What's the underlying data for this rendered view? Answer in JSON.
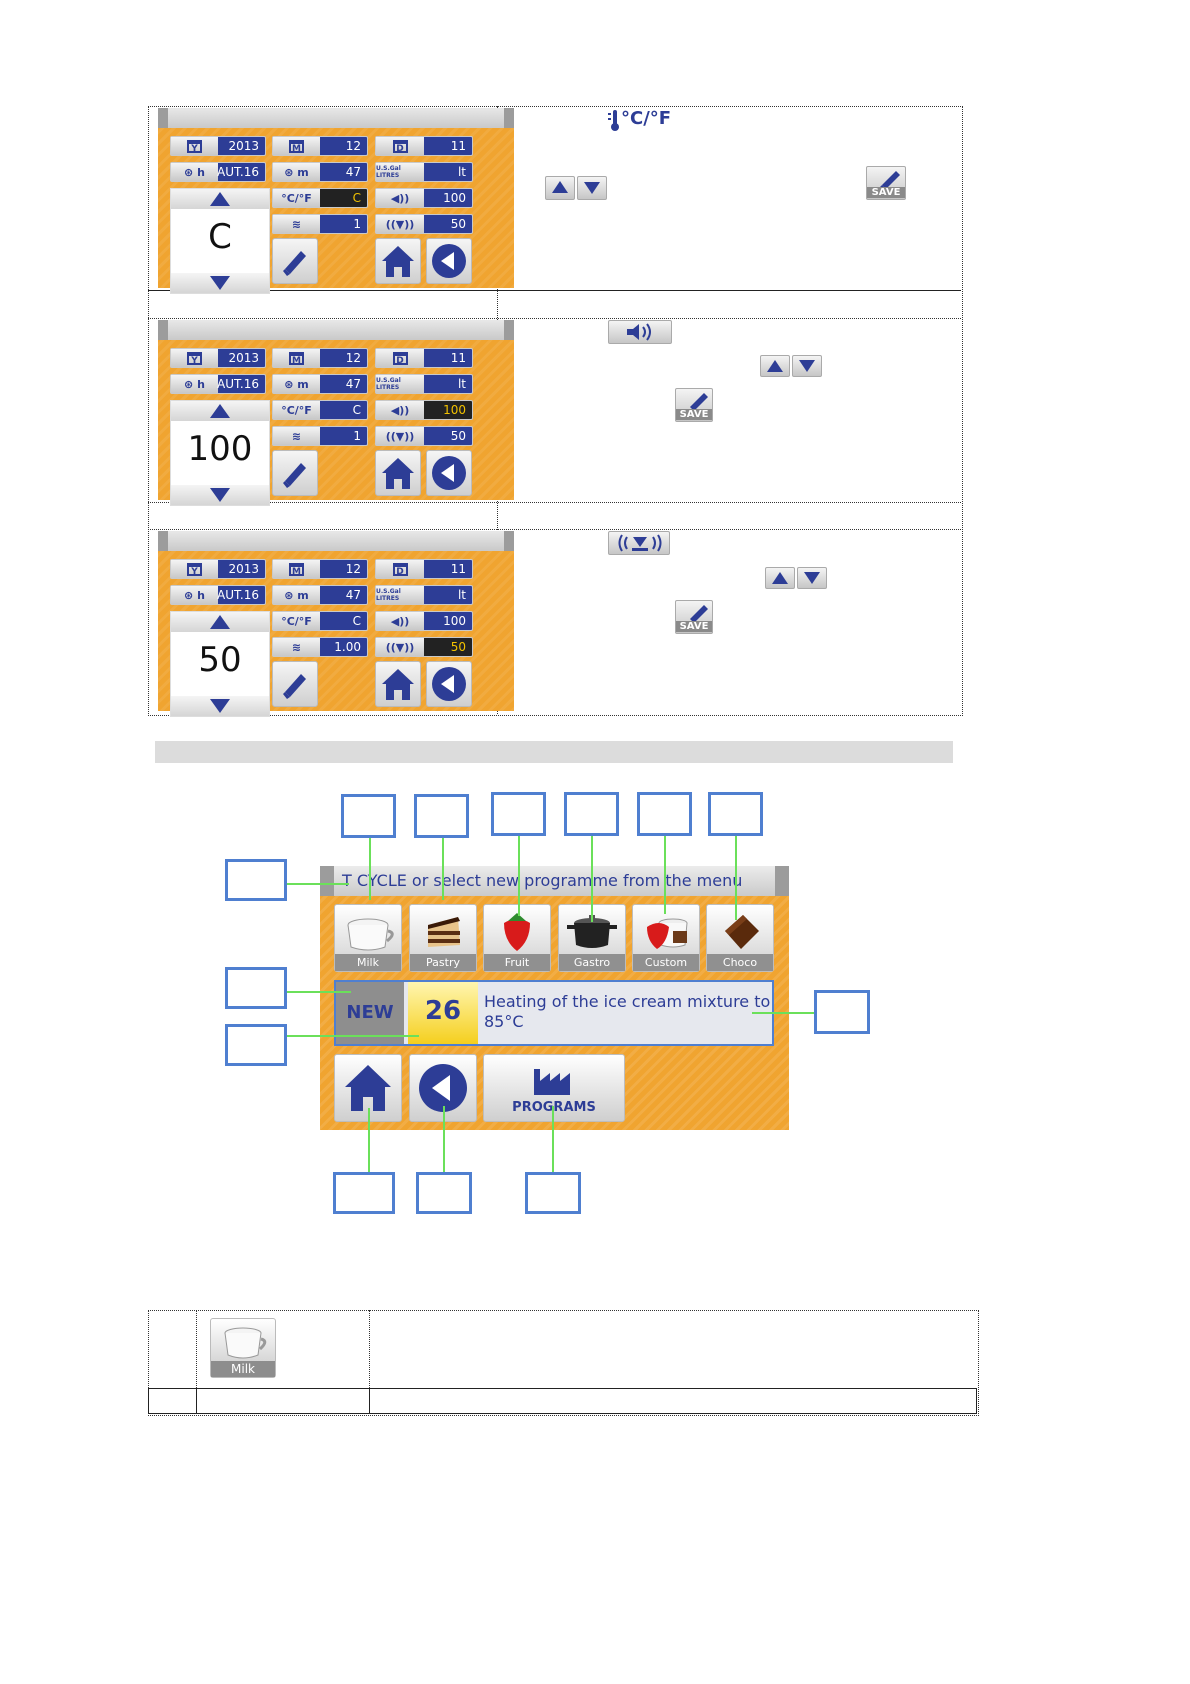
{
  "section1": {
    "panels": [
      {
        "year_icon": "Y",
        "year": "2013",
        "month_icon": "M",
        "month": "12",
        "day_icon": "D",
        "day": "11",
        "hour_label": "h",
        "hour": "AUT.16",
        "minute_label": "m",
        "minute": "47",
        "unit_icon": "U.S.Gal LITRES",
        "unit": "lt",
        "temp_icon": "°C/°F",
        "temp": "C",
        "volume": "100",
        "wave": "1",
        "vibration": "50",
        "big_value": "C",
        "highlight": "temp"
      },
      {
        "year_icon": "Y",
        "year": "2013",
        "month_icon": "M",
        "month": "12",
        "day_icon": "D",
        "day": "11",
        "hour_label": "h",
        "hour": "AUT.16",
        "minute_label": "m",
        "minute": "47",
        "unit_icon": "U.S.Gal LITRES",
        "unit": "lt",
        "temp_icon": "°C/°F",
        "temp": "C",
        "volume": "100",
        "wave": "1",
        "vibration": "50",
        "big_value": "100",
        "highlight": "volume"
      },
      {
        "year_icon": "Y",
        "year": "2013",
        "month_icon": "M",
        "month": "12",
        "day_icon": "D",
        "day": "11",
        "hour_label": "h",
        "hour": "AUT.16",
        "minute_label": "m",
        "minute": "47",
        "unit_icon": "U.S.Gal LITRES",
        "unit": "lt",
        "temp_icon": "°C/°F",
        "temp": "C",
        "volume": "100",
        "wave": "1.00",
        "vibration": "50",
        "big_value": "50",
        "highlight": "vibration"
      }
    ],
    "temp_symbol": "°C/°F",
    "save_label": "SAVE"
  },
  "main_ui": {
    "header_text": "T CYCLE or select new programme from the menu",
    "programs": [
      "Milk",
      "Pastry",
      "Fruit",
      "Gastro",
      "Custom",
      "Choco"
    ],
    "status_new": "NEW",
    "status_number": "26",
    "status_text": "Heating of the ice cream mixture to 85°C",
    "programs_button": "PROGRAMS"
  },
  "bottom_table": {
    "milk_label": "Milk"
  },
  "colors": {
    "panel_orange": "#f0a430",
    "accent_blue": "#2d3d96",
    "callout_blue": "#4f7fd0",
    "pointer_green": "#6be05a"
  }
}
